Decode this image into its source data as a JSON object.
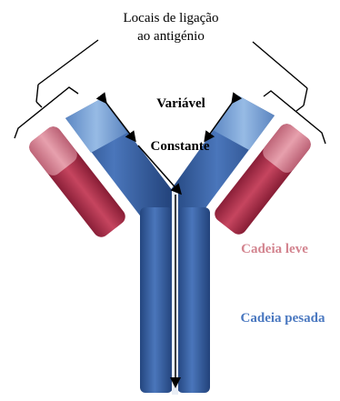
{
  "labels": {
    "binding_sites_line1": "Locais de ligação",
    "binding_sites_line2": "ao antigénio",
    "variable": "Variável",
    "constant": "Constante",
    "light_chain": "Cadeia leve",
    "heavy_chain": "Cadeia pesada"
  },
  "colors": {
    "heavy_chain_dark": "#2a4f8e",
    "heavy_chain_mid": "#3f6bb0",
    "heavy_chain_variable": "#7ea6d8",
    "light_chain_dark": "#a02a44",
    "light_chain_variable": "#d98596",
    "light_chain_label": "#d3848f",
    "heavy_chain_label": "#4a78c0",
    "outline": "#000000"
  }
}
